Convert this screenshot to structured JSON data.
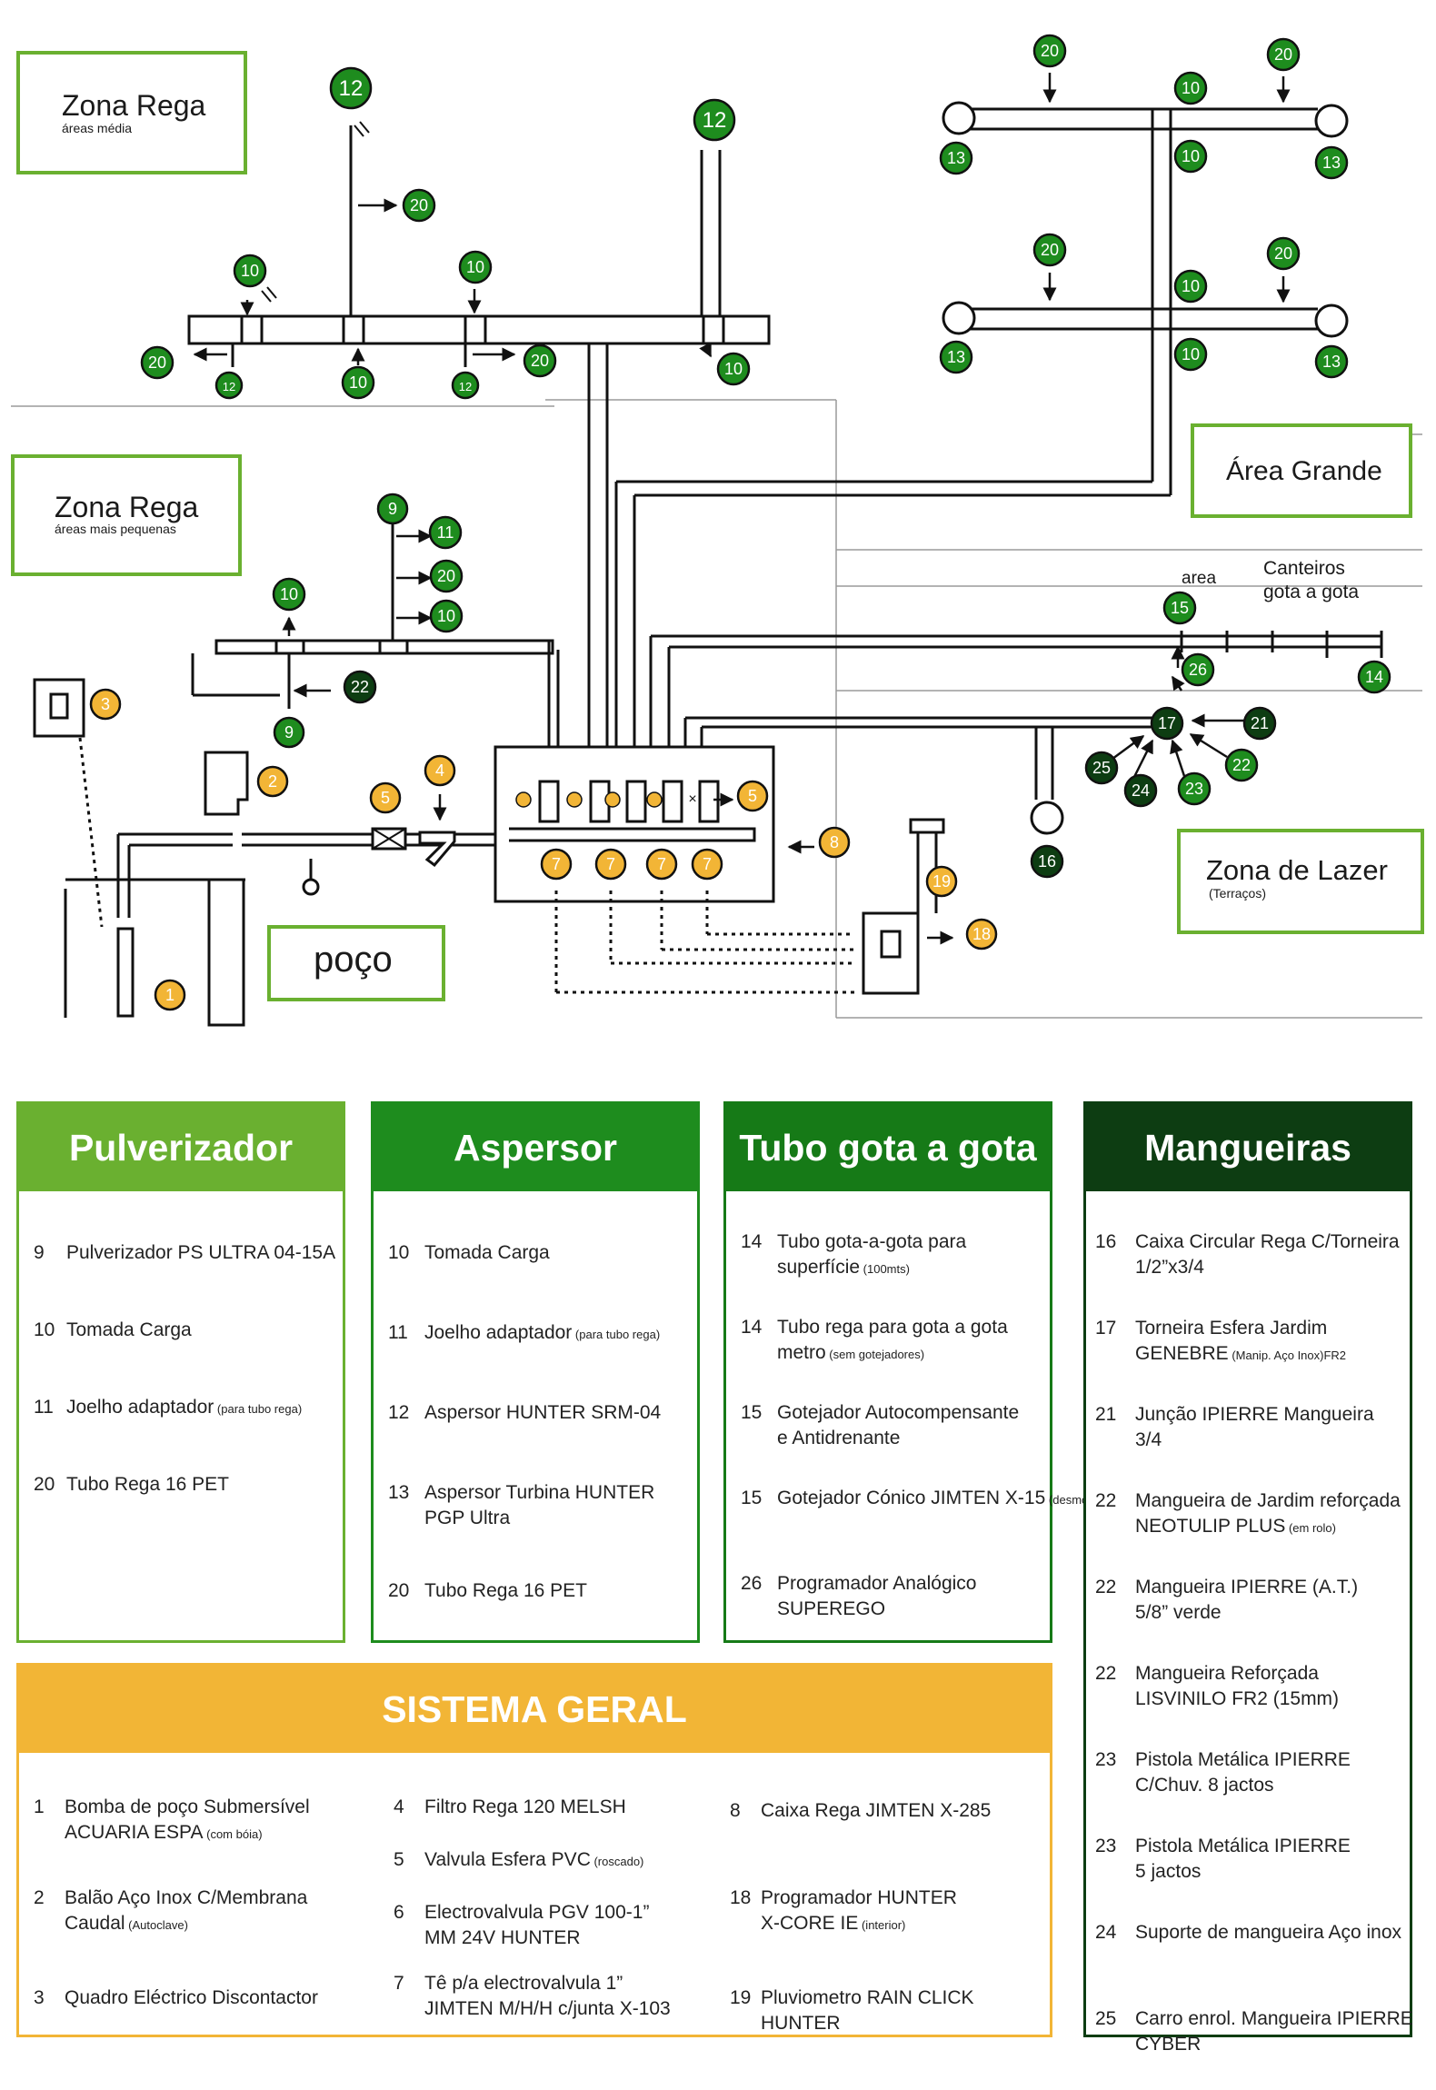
{
  "zones": {
    "media": {
      "title": "Zona Rega",
      "subtitle": "áreas média"
    },
    "pequenas": {
      "title": "Zona Rega",
      "subtitle": "áreas mais pequenas"
    },
    "grande": {
      "title": "Área Grande"
    },
    "lazer": {
      "title": "Zona de Lazer",
      "subtitle": "(Terraços)"
    },
    "poco": {
      "title": "poço"
    }
  },
  "labels": {
    "area": "area",
    "canteiros_1": "Canteiros",
    "canteiros_2": "gota a gota"
  },
  "colors": {
    "green": "#1e8c1e",
    "dark_green": "#0d3d12",
    "orange": "#f2b536",
    "light_green": "#6ab030"
  },
  "panels": {
    "pulverizador": {
      "title": "Pulverizador",
      "items": [
        {
          "num": "9",
          "lines": [
            "Pulverizador PS ULTRA 04-15A"
          ],
          "note": ""
        },
        {
          "num": "10",
          "lines": [
            "Tomada Carga"
          ],
          "note": ""
        },
        {
          "num": "11",
          "lines": [
            "Joelho adaptador"
          ],
          "note": "(para tubo rega)"
        },
        {
          "num": "20",
          "lines": [
            "Tubo Rega 16 PET"
          ],
          "note": ""
        }
      ]
    },
    "aspersor": {
      "title": "Aspersor",
      "items": [
        {
          "num": "10",
          "lines": [
            "Tomada Carga"
          ],
          "note": ""
        },
        {
          "num": "11",
          "lines": [
            "Joelho adaptador"
          ],
          "note": "(para tubo rega)"
        },
        {
          "num": "12",
          "lines": [
            "Aspersor HUNTER SRM-04"
          ],
          "note": ""
        },
        {
          "num": "13",
          "lines": [
            "Aspersor Turbina HUNTER",
            "PGP Ultra"
          ],
          "note": ""
        },
        {
          "num": "20",
          "lines": [
            "Tubo Rega 16 PET"
          ],
          "note": ""
        }
      ]
    },
    "tubo": {
      "title": "Tubo gota a gota",
      "items": [
        {
          "num": "14",
          "lines": [
            "Tubo gota-a-gota para",
            "superfície"
          ],
          "note": "(100mts)"
        },
        {
          "num": "14",
          "lines": [
            "Tubo rega para gota a gota",
            "metro"
          ],
          "note": "(sem gotejadores)"
        },
        {
          "num": "15",
          "lines": [
            "Gotejador Autocompensante",
            "e Antidrenante"
          ],
          "note": ""
        },
        {
          "num": "15",
          "lines": [
            "Gotejador Cónico JIMTEN X-15"
          ],
          "note": "(desmontavel)"
        },
        {
          "num": "26",
          "lines": [
            "Programador Analógico",
            "SUPEREGO"
          ],
          "note": ""
        }
      ]
    },
    "mangueiras": {
      "title": "Mangueiras",
      "items": [
        {
          "num": "16",
          "lines": [
            "Caixa Circular Rega C/Torneira",
            "1/2”x3/4"
          ],
          "note": ""
        },
        {
          "num": "17",
          "lines": [
            "Torneira Esfera Jardim",
            "GENEBRE"
          ],
          "note": "(Manip. Aço Inox)FR2"
        },
        {
          "num": "21",
          "lines": [
            "Junção IPIERRE Mangueira",
            "3/4"
          ],
          "note": ""
        },
        {
          "num": "22",
          "lines": [
            "Mangueira de Jardim reforçada",
            "NEOTULIP PLUS"
          ],
          "note": "(em rolo)"
        },
        {
          "num": "22",
          "lines": [
            "Mangueira IPIERRE (A.T.)",
            "5/8” verde"
          ],
          "note": ""
        },
        {
          "num": "22",
          "lines": [
            "Mangueira Reforçada",
            "LISVINILO FR2 (15mm)"
          ],
          "note": ""
        },
        {
          "num": "23",
          "lines": [
            "Pistola Metálica IPIERRE",
            "C/Chuv. 8 jactos"
          ],
          "note": ""
        },
        {
          "num": "23",
          "lines": [
            "Pistola Metálica IPIERRE",
            "5 jactos"
          ],
          "note": ""
        },
        {
          "num": "24",
          "lines": [
            "Suporte de mangueira Aço inox"
          ],
          "note": ""
        },
        {
          "num": "25",
          "lines": [
            "Carro enrol. Mangueira IPIERRE",
            "CYBER"
          ],
          "note": ""
        }
      ]
    },
    "sistema": {
      "title": "SISTEMA GERAL",
      "items": [
        {
          "num": "1",
          "lines": [
            "Bomba de poço Submersível",
            "ACUARIA ESPA"
          ],
          "note": "(com bóia)"
        },
        {
          "num": "2",
          "lines": [
            "Balão Aço Inox C/Membrana",
            "Caudal"
          ],
          "note": "(Autoclave)"
        },
        {
          "num": "3",
          "lines": [
            "Quadro Eléctrico Discontactor"
          ],
          "note": ""
        },
        {
          "num": "4",
          "lines": [
            "Filtro Rega 120 MELSH"
          ],
          "note": ""
        },
        {
          "num": "5",
          "lines": [
            "Valvula Esfera PVC"
          ],
          "note": "(roscado)"
        },
        {
          "num": "6",
          "lines": [
            "Electrovalvula PGV 100-1”",
            "MM 24V HUNTER"
          ],
          "note": ""
        },
        {
          "num": "7",
          "lines": [
            "Tê p/a electrovalvula 1”",
            "JIMTEN M/H/H c/junta X-103"
          ],
          "note": ""
        },
        {
          "num": "8",
          "lines": [
            "Caixa Rega JIMTEN X-285"
          ],
          "note": ""
        },
        {
          "num": "18",
          "lines": [
            "Programador HUNTER",
            "X-CORE IE"
          ],
          "note": "(interior)"
        },
        {
          "num": "19",
          "lines": [
            "Pluviometro RAIN CLICK",
            "HUNTER"
          ],
          "note": ""
        }
      ]
    }
  },
  "badges": [
    "1",
    "2",
    "3",
    "4",
    "5",
    "7",
    "8",
    "9",
    "10",
    "11",
    "12",
    "13",
    "14",
    "15",
    "16",
    "17",
    "18",
    "19",
    "20",
    "21",
    "22",
    "23",
    "24",
    "25",
    "26"
  ]
}
